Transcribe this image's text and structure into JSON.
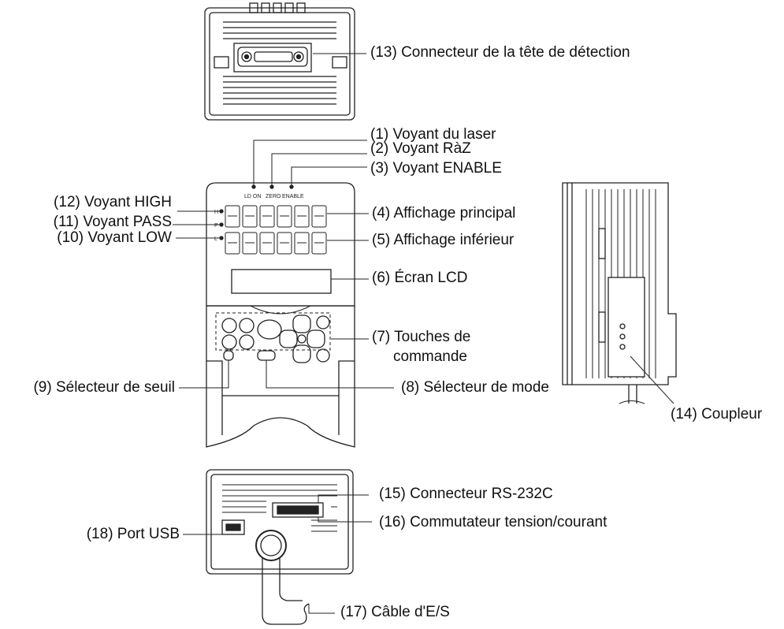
{
  "device_labels": {
    "led_letters": [
      "H",
      "P",
      "L"
    ],
    "top_leds": [
      "LD ON",
      "ZERO",
      "ENABLE"
    ]
  },
  "callouts": [
    {
      "id": "c13",
      "text": "(13) Connecteur de la tête de détection"
    },
    {
      "id": "c1",
      "text": "(1) Voyant du laser"
    },
    {
      "id": "c2",
      "text": "(2) Voyant RàZ"
    },
    {
      "id": "c3",
      "text": "(3) Voyant ENABLE"
    },
    {
      "id": "c12",
      "text": "(12) Voyant HIGH"
    },
    {
      "id": "c11",
      "text": "(11) Voyant PASS"
    },
    {
      "id": "c10",
      "text": "(10) Voyant LOW"
    },
    {
      "id": "c4",
      "text": "(4) Affichage principal"
    },
    {
      "id": "c5",
      "text": "(5) Affichage inférieur"
    },
    {
      "id": "c6",
      "text": "(6) Écran LCD"
    },
    {
      "id": "c7a",
      "text": "(7) Touches de"
    },
    {
      "id": "c7b",
      "text": "commande"
    },
    {
      "id": "c9",
      "text": "(9) Sélecteur de seuil"
    },
    {
      "id": "c8",
      "text": "(8) Sélecteur de mode"
    },
    {
      "id": "c14",
      "text": "(14) Coupleur"
    },
    {
      "id": "c15",
      "text": "(15) Connecteur RS-232C"
    },
    {
      "id": "c16",
      "text": "(16) Commutateur tension/courant"
    },
    {
      "id": "c18",
      "text": "(18) Port USB"
    },
    {
      "id": "c17",
      "text": "(17) Câble d'E/S"
    }
  ]
}
